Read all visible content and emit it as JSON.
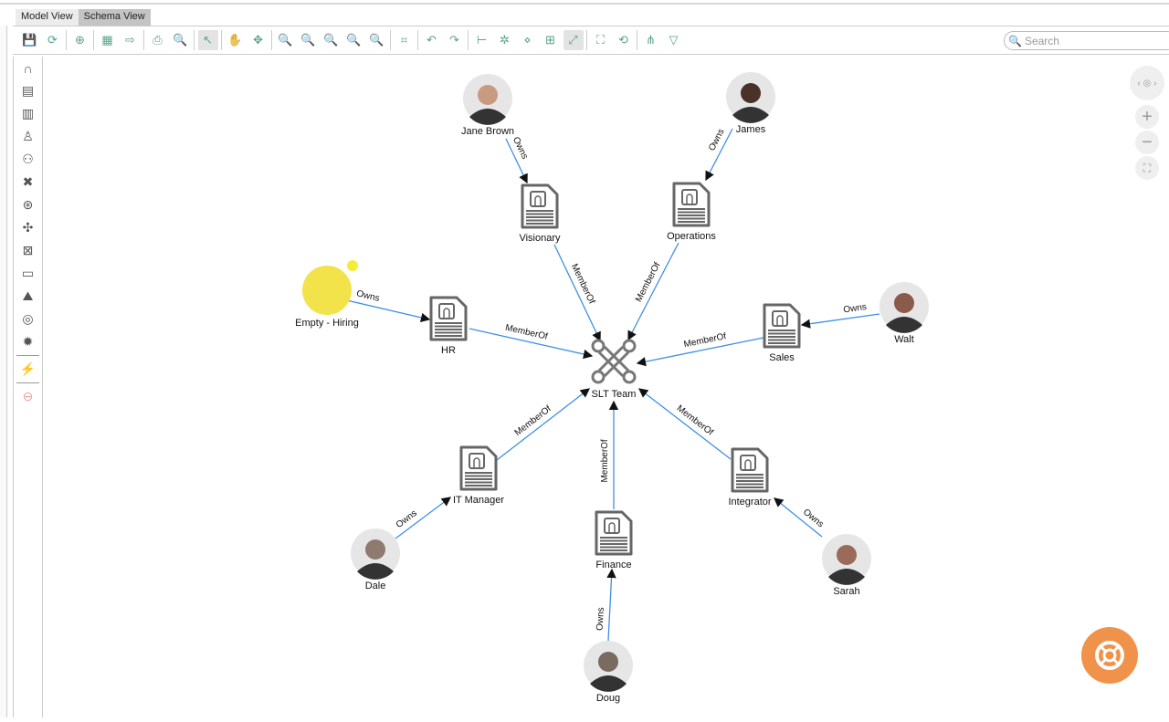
{
  "tabs": [
    {
      "label": "Model View",
      "active": false
    },
    {
      "label": "Schema View",
      "active": true
    }
  ],
  "toolbar": {
    "items": [
      {
        "icon": "save-icon",
        "glyph": "💾"
      },
      {
        "icon": "refresh-db-icon",
        "glyph": "⟳"
      },
      "sep",
      {
        "icon": "add-db-icon",
        "glyph": "⊕"
      },
      "sep",
      {
        "icon": "save-layout-icon",
        "glyph": "▦"
      },
      {
        "icon": "export-layout-icon",
        "glyph": "⇨"
      },
      "sep",
      {
        "icon": "print-icon",
        "glyph": "⎙"
      },
      {
        "icon": "print-preview-icon",
        "glyph": "🔍"
      },
      "sep",
      {
        "icon": "pointer-icon",
        "glyph": "↖",
        "selected": true
      },
      "sep",
      {
        "icon": "pan-hand-icon",
        "glyph": "✋"
      },
      {
        "icon": "move-icon",
        "glyph": "✥"
      },
      "sep",
      {
        "icon": "zoom-icon",
        "glyph": "🔍"
      },
      {
        "icon": "zoom-fit-height-icon",
        "glyph": "🔍"
      },
      {
        "icon": "zoom-in-icon",
        "glyph": "🔍"
      },
      {
        "icon": "zoom-out-icon",
        "glyph": "🔍"
      },
      {
        "icon": "zoom-fit-icon",
        "glyph": "🔍"
      },
      "sep",
      {
        "icon": "select-area-icon",
        "glyph": "⌗"
      },
      "sep",
      {
        "icon": "undo-icon",
        "glyph": "↶"
      },
      {
        "icon": "redo-icon",
        "glyph": "↷"
      },
      "sep",
      {
        "icon": "tree-layout-icon",
        "glyph": "⊢"
      },
      {
        "icon": "organic-layout-icon",
        "glyph": "✲"
      },
      {
        "icon": "hierarchy-layout-icon",
        "glyph": "⋄"
      },
      {
        "icon": "grid-layout-icon",
        "glyph": "⊞"
      },
      {
        "icon": "diagonal-layout-icon",
        "glyph": "⤢",
        "selected": true
      },
      "sep",
      {
        "icon": "expand-icon",
        "glyph": "⛶"
      },
      {
        "icon": "rotate-icon",
        "glyph": "⟲"
      },
      "sep",
      {
        "icon": "network-icon",
        "glyph": "⋔"
      },
      {
        "icon": "filter-icon",
        "glyph": "▽"
      }
    ]
  },
  "search": {
    "placeholder": "Search"
  },
  "sidebar": {
    "items": [
      {
        "icon": "arch-icon",
        "glyph": "∩"
      },
      {
        "icon": "document-icon",
        "glyph": "▤"
      },
      {
        "icon": "report-icon",
        "glyph": "▥"
      },
      {
        "icon": "person-pin-icon",
        "glyph": "♙"
      },
      {
        "icon": "group-icon",
        "glyph": "⚇"
      },
      {
        "icon": "team-icon",
        "glyph": "✖"
      },
      {
        "icon": "wheel-icon",
        "glyph": "⊛"
      },
      {
        "icon": "hub-icon",
        "glyph": "✣"
      },
      {
        "icon": "network-box-icon",
        "glyph": "⊠"
      },
      {
        "icon": "monitor-icon",
        "glyph": "▭"
      },
      {
        "icon": "mountain-icon",
        "glyph": "⛰"
      },
      {
        "icon": "target-icon",
        "glyph": "◎"
      },
      {
        "icon": "gear-icon",
        "glyph": "✹"
      },
      "sep",
      {
        "icon": "magic-wand-icon",
        "glyph": "⚡"
      },
      "sep",
      {
        "icon": "remove-icon",
        "glyph": "⊖"
      }
    ]
  },
  "graph": {
    "edge_color": "#3d8fe6",
    "nodes": [
      {
        "id": "jane",
        "label": "Jane Brown",
        "type": "person",
        "photo": "#c89a80"
      },
      {
        "id": "james",
        "label": "James",
        "type": "person",
        "photo": "#4a3228"
      },
      {
        "id": "walt",
        "label": "Walt",
        "type": "person",
        "photo": "#8a5a4a"
      },
      {
        "id": "dale",
        "label": "Dale",
        "type": "person",
        "photo": "#8f7a70"
      },
      {
        "id": "doug",
        "label": "Doug",
        "type": "person",
        "photo": "#7a6a60"
      },
      {
        "id": "sarah",
        "label": "Sarah",
        "type": "person",
        "photo": "#9a6a5a"
      },
      {
        "id": "empty",
        "label": "Empty - Hiring",
        "type": "vacancy",
        "photo": "#f3e34a"
      },
      {
        "id": "visionary",
        "label": "Visionary",
        "type": "role"
      },
      {
        "id": "operations",
        "label": "Operations",
        "type": "role"
      },
      {
        "id": "hr",
        "label": "HR",
        "type": "role"
      },
      {
        "id": "sales",
        "label": "Sales",
        "type": "role"
      },
      {
        "id": "it",
        "label": "IT Manager",
        "type": "role"
      },
      {
        "id": "finance",
        "label": "Finance",
        "type": "role"
      },
      {
        "id": "integrator",
        "label": "Integrator",
        "type": "role"
      },
      {
        "id": "slt",
        "label": "SLT Team",
        "type": "team"
      }
    ],
    "edges": [
      {
        "from": "jane",
        "to": "visionary",
        "label": "Owns"
      },
      {
        "from": "james",
        "to": "operations",
        "label": "Owns"
      },
      {
        "from": "walt",
        "to": "sales",
        "label": "Owns"
      },
      {
        "from": "empty",
        "to": "hr",
        "label": "Owns"
      },
      {
        "from": "dale",
        "to": "it",
        "label": "Owns"
      },
      {
        "from": "doug",
        "to": "finance",
        "label": "Owns"
      },
      {
        "from": "sarah",
        "to": "integrator",
        "label": "Owns"
      },
      {
        "from": "visionary",
        "to": "slt",
        "label": "MemberOf"
      },
      {
        "from": "operations",
        "to": "slt",
        "label": "MemberOf"
      },
      {
        "from": "hr",
        "to": "slt",
        "label": "MemberOf"
      },
      {
        "from": "sales",
        "to": "slt",
        "label": "MemberOf"
      },
      {
        "from": "it",
        "to": "slt",
        "label": "MemberOf"
      },
      {
        "from": "finance",
        "to": "slt",
        "label": "MemberOf"
      },
      {
        "from": "integrator",
        "to": "slt",
        "label": "MemberOf"
      }
    ]
  },
  "help": {
    "icon": "lifebuoy-icon"
  }
}
